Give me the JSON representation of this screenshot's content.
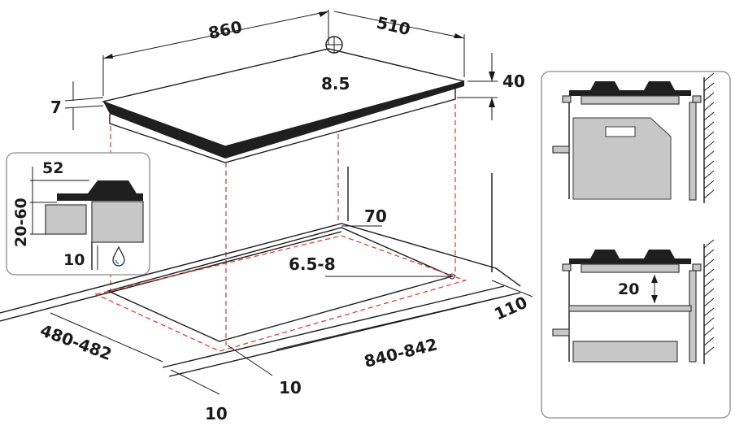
{
  "dimensions": {
    "width": "860",
    "depth": "510",
    "thickness_total": "40",
    "glass_thickness": "7",
    "gas_inlet_offset": "8.5",
    "rear_clearance": "70",
    "corner_radius": "6.5-8",
    "cutout_depth": "480-482",
    "cutout_width": "840-842",
    "front_clearance": "10",
    "side_clearance": "10",
    "rear_wall_clearance": "110"
  },
  "detail_left": {
    "height_label": "52",
    "worktop_label": "20-60",
    "gap_label": "10"
  },
  "detail_right": {
    "gap_label": "20"
  },
  "colors": {
    "line": "#1a1a1a",
    "dashed_guides": "#d9423a",
    "panel_fill": "#c7c7c7",
    "water_icon": "#2a7fbf"
  },
  "icons": [
    "gas-connection-icon",
    "water-drop-icon",
    "arrow-icon"
  ]
}
